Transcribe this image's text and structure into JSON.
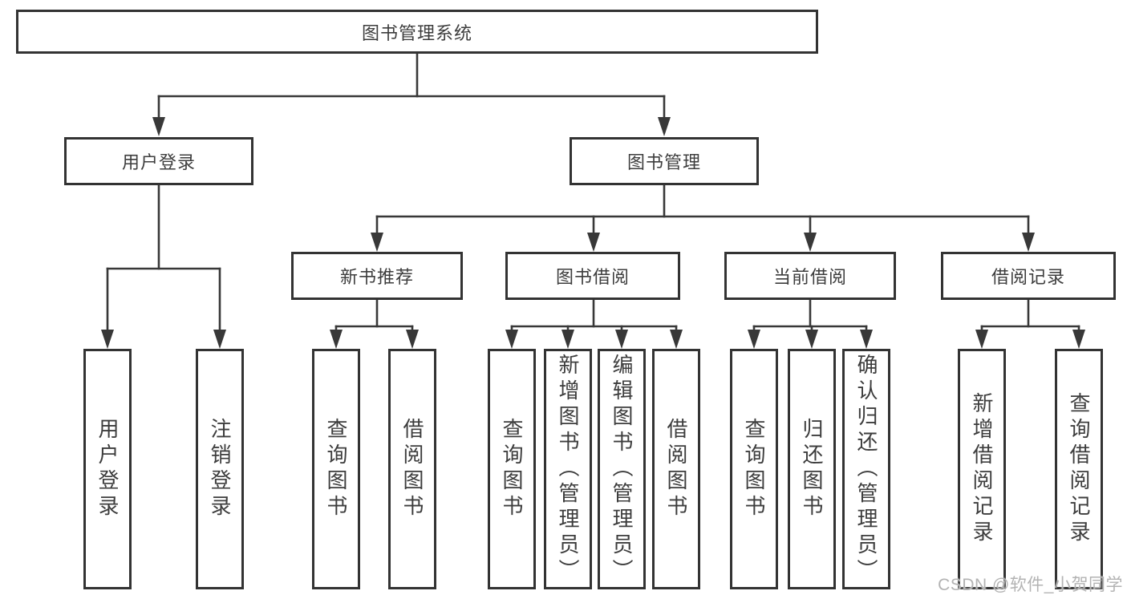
{
  "tree": {
    "label": "图书管理系统",
    "children": [
      {
        "label": "用户登录",
        "children": [
          {
            "label": "用户登录"
          },
          {
            "label": "注销登录"
          }
        ]
      },
      {
        "label": "图书管理",
        "children": [
          {
            "label": "新书推荐",
            "children": [
              {
                "label": "查询图书"
              },
              {
                "label": "借阅图书"
              }
            ]
          },
          {
            "label": "图书借阅",
            "children": [
              {
                "label": "查询图书"
              },
              {
                "label": "新增图书（管理员）"
              },
              {
                "label": "编辑图书（管理员）"
              },
              {
                "label": "借阅图书"
              }
            ]
          },
          {
            "label": "当前借阅",
            "children": [
              {
                "label": "查询图书"
              },
              {
                "label": "归还图书"
              },
              {
                "label": "确认归还（管理员）"
              }
            ]
          },
          {
            "label": "借阅记录",
            "children": [
              {
                "label": "新增借阅记录"
              },
              {
                "label": "查询借阅记录"
              }
            ]
          }
        ]
      }
    ]
  },
  "watermark": {
    "text": "CSDN @软件_小贺同学"
  },
  "colors": {
    "line": "#383838",
    "border": "#333333",
    "text": "#3d3d3d",
    "background": "#ffffff",
    "watermark": "#b3b3b3"
  }
}
